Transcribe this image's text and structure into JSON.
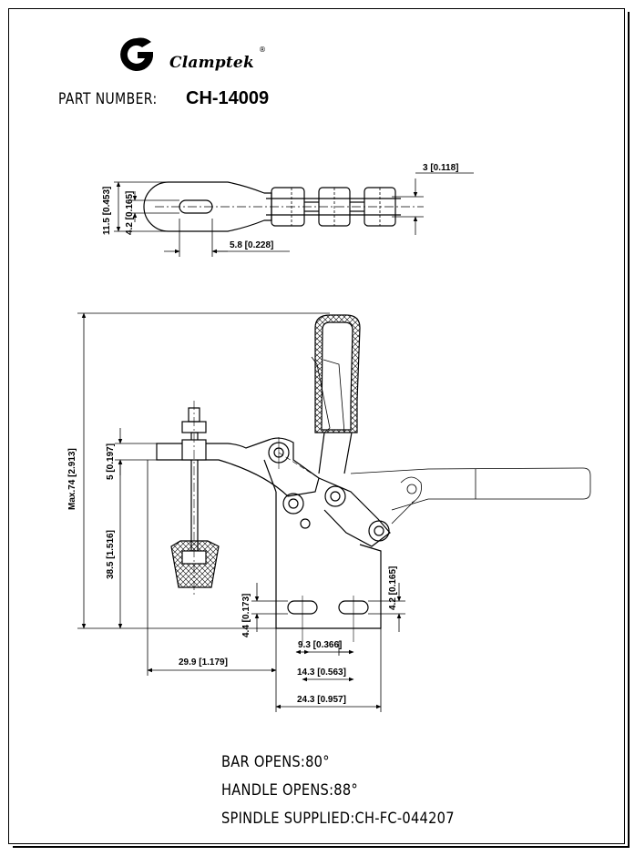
{
  "brand": {
    "name": "Clamptek",
    "registered_mark": "®",
    "logo_icon": "g-logo-icon"
  },
  "part_number": {
    "label": "PART NUMBER:",
    "value": "CH-14009"
  },
  "top_view_dims": {
    "thickness": "3 [0.118]",
    "height": "11.5 [0.453]",
    "slot": "4.2 [0.165]",
    "slot_len": "5.8 [0.228]"
  },
  "front_view_dims": {
    "max_height": "Max.74 [2.913]",
    "arm_thickness": "5 [0.197]",
    "spindle_height": "38.5 [1.516]",
    "base_left": "4.4 [0.173]",
    "base_right": "4.2 [0.165]",
    "reach": "29.9 [1.179]",
    "slot_pitch": "9.3 [0.366]",
    "hole_spacing": "14.3 [0.563]",
    "base_width": "24.3 [0.957]"
  },
  "notes": [
    {
      "text": "BAR OPENS:80°"
    },
    {
      "text": "HANDLE OPENS:88°"
    },
    {
      "text": "SPINDLE SUPPLIED:CH-FC-044207"
    }
  ]
}
